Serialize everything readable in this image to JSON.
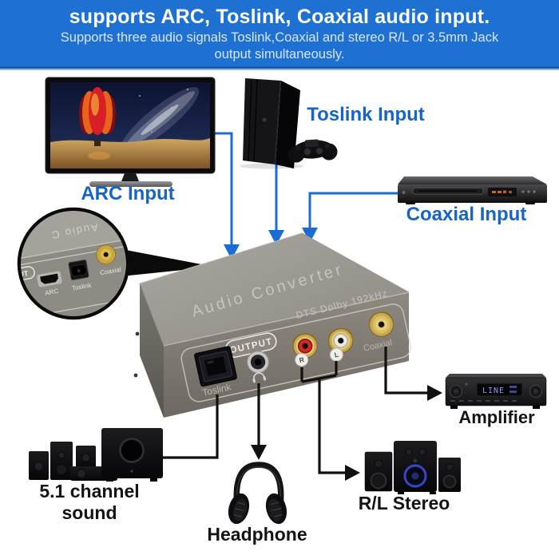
{
  "banner": {
    "title": "supports ARC, Toslink, Coaxial audio input.",
    "subtitle_line1": "Supports three audio signals Toslink,Coaxial and stereo R/L or 3.5mm Jack",
    "subtitle_line2": "output simultaneously."
  },
  "inputs": {
    "arc_label": "ARC Input",
    "toslink_label": "Toslink Input",
    "coaxial_label": "Coaxial Input"
  },
  "converter": {
    "top_text": "Audio Converter",
    "spec_text": "DTS Dolby 192kHz",
    "output_label": "OUTPUT",
    "ports": {
      "toslink_label": "Toslink",
      "right_tag": "R",
      "left_tag": "L",
      "coaxial_label": "Coaxial"
    },
    "inset": {
      "top_text_partial": "Audio C",
      "input_tag_partial": "PUT",
      "hdmi_label": "ARC",
      "toslink_label": "Toslink",
      "coaxial_label": "Coaxial"
    }
  },
  "outputs": {
    "surround_label": "5.1 channel sound",
    "headphone_label": "Headphone",
    "stereo_label": "R/L Stereo",
    "amplifier_label": "Amplifier",
    "amplifier_display": "LINE"
  },
  "icons": {
    "headphone_jack_icon": "headphones",
    "inset_circle": "magnifier-detail-circle",
    "arrow_style": "solid-triangle"
  },
  "colors": {
    "banner_bg": "#1e70d2",
    "label_blue": "#1564c6",
    "line_blue": "#1b6cd2",
    "line_black": "#111111",
    "converter_gray": "#8e897f",
    "rca_red": "#cf2a22",
    "rca_yellow": "#d9bf63"
  }
}
